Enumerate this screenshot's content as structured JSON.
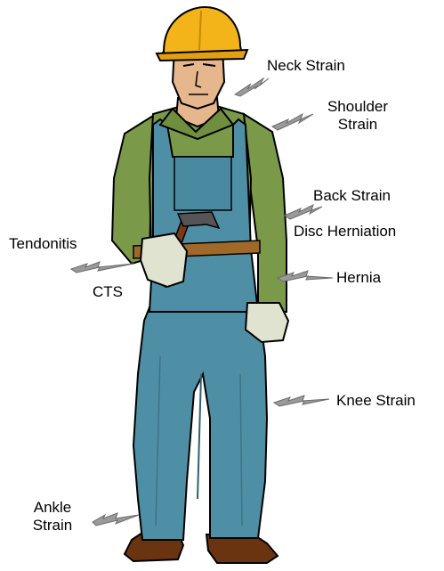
{
  "labels": {
    "neck": "Neck Strain",
    "shoulder_1": "Shoulder",
    "shoulder_2": "Strain",
    "back": "Back Strain",
    "disc": "Disc Herniation",
    "tendonitis": "Tendonitis",
    "cts": "CTS",
    "hernia": "Hernia",
    "knee": "Knee Strain",
    "ankle_1": "Ankle",
    "ankle_2": "Strain"
  },
  "colors": {
    "helmet": "#f2b418",
    "shirt": "#7a9a4a",
    "overalls": "#4f8fa5",
    "skin": "#e6b78c",
    "gloves": "#dfe3cf",
    "boots": "#6b3410",
    "belt": "#a0692a",
    "bolt": "#9a9a9a"
  },
  "icons": [
    "lightning-bolt-icon",
    "hammer-icon",
    "hard-hat-icon"
  ]
}
